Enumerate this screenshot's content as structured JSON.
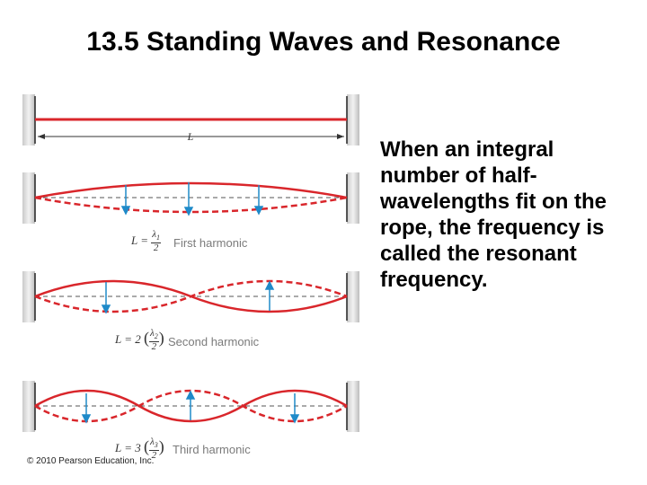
{
  "slide": {
    "title": "13.5 Standing Waves and Resonance",
    "body": "When an integral number of half-wavelengths fit on the rope, the frequency is called the resonant frequency.",
    "copyright": "© 2010 Pearson Education, Inc."
  },
  "figure": {
    "length_label": "L",
    "string_color": "#d9262b",
    "arrow_color": "#1f8ac9",
    "harmonics": [
      {
        "label": "First harmonic",
        "eq_prefix": "L =",
        "coef": "",
        "lambda": "λ",
        "sub": "1",
        "den": "2"
      },
      {
        "label": "Second harmonic",
        "eq_prefix": "L = 2",
        "coef": "2",
        "lambda": "λ",
        "sub": "2",
        "den": "2"
      },
      {
        "label": "Third harmonic",
        "eq_prefix": "L = 3",
        "coef": "3",
        "lambda": "λ",
        "sub": "3",
        "den": "2"
      }
    ]
  }
}
